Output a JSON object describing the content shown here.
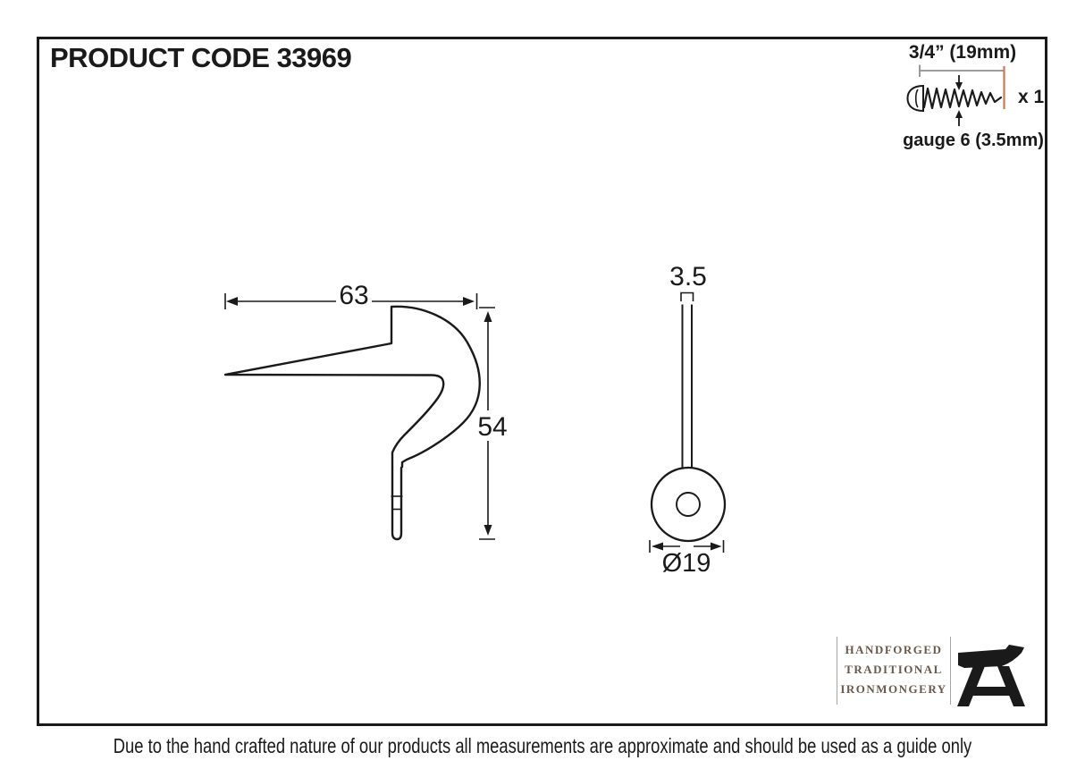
{
  "colors": {
    "line": "#1a1a1a",
    "dim_gray": "#8f8f8f",
    "accent_orange": "#c97a54",
    "brand_brown": "#6a594b"
  },
  "header": {
    "product_code": "PRODUCT CODE 33969"
  },
  "screw_spec": {
    "length": "3/4” (19mm)",
    "quantity": "x 1",
    "gauge": "gauge 6 (3.5mm)",
    "icon": "screw-icon"
  },
  "side_view": {
    "width_mm": "63",
    "height_mm": "54"
  },
  "front_view": {
    "thickness_mm": "3.5",
    "diameter_mm": "Ø19"
  },
  "branding": {
    "lines": [
      "HANDFORGED",
      "TRADITIONAL",
      "IRONMONGERY"
    ],
    "logo_icon": "anvil-icon"
  },
  "footer": {
    "disclaimer": "Due to the hand crafted nature of our products all measurements are approximate and should be used as a guide only"
  }
}
